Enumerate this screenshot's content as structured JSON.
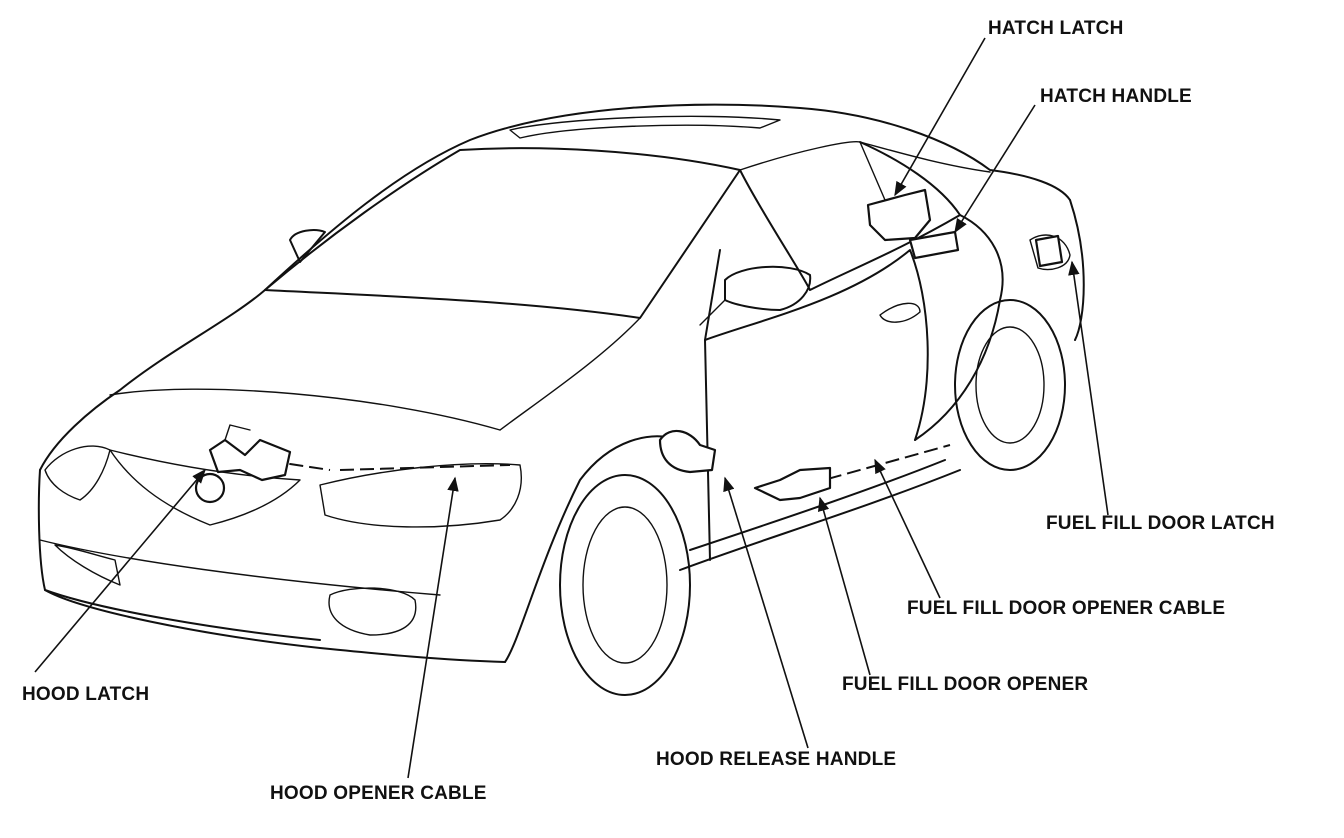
{
  "labels": {
    "hatch_latch": "HATCH LATCH",
    "hatch_handle": "HATCH HANDLE",
    "fuel_fill_door_latch": "FUEL FILL DOOR LATCH",
    "fuel_fill_door_opener_cable": "FUEL FILL DOOR OPENER CABLE",
    "fuel_fill_door_opener": "FUEL FILL DOOR OPENER",
    "hood_release_handle": "HOOD RELEASE HANDLE",
    "hood_opener_cable": "HOOD OPENER CABLE",
    "hood_latch": "HOOD LATCH"
  }
}
